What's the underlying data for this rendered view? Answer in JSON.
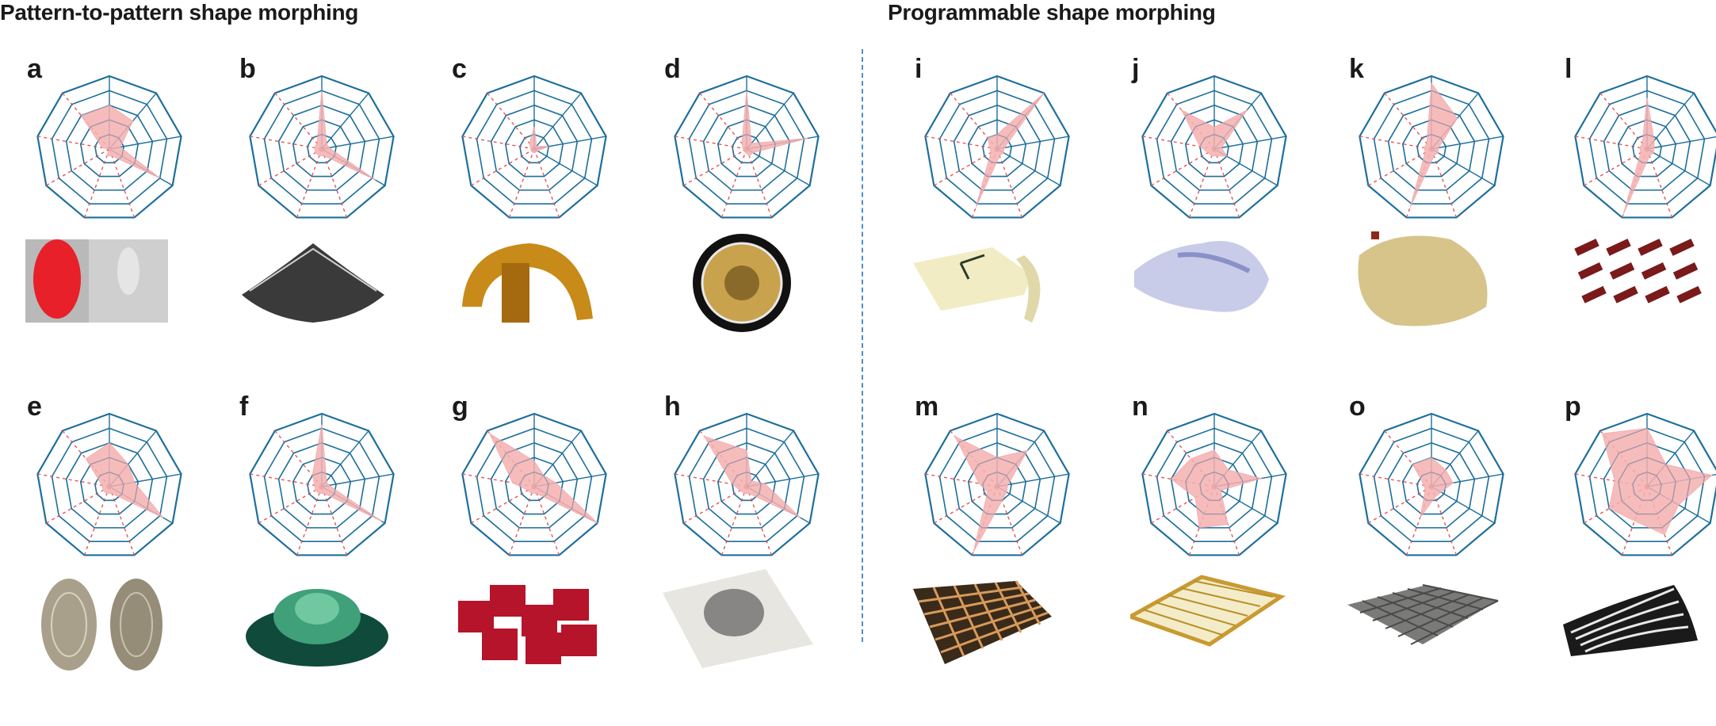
{
  "titles": {
    "left": "Pattern-to-pattern shape morphing",
    "right": "Programmable shape morphing"
  },
  "colors": {
    "web": "#1e6f9c",
    "grid_dash": "#e05858",
    "fill": "#f4b0b0",
    "divider": "#4a90c8"
  },
  "panels": [
    {
      "letter": "a",
      "values": [
        0.6,
        0.5,
        0.15,
        0.8,
        0.1,
        0.1,
        0.0,
        0.1,
        0.6
      ],
      "photo": "red-face-mask-icon"
    },
    {
      "letter": "b",
      "values": [
        0.8,
        0.1,
        0.1,
        0.85,
        0.1,
        0.1,
        0.1,
        0.1,
        0.1
      ],
      "photo": "gray-mesh-dome-icon"
    },
    {
      "letter": "c",
      "values": [
        0.3,
        0.05,
        0.2,
        0.05,
        0.05,
        0.05,
        0.05,
        0.05,
        0.1
      ],
      "photo": "yellow-arch-icon"
    },
    {
      "letter": "d",
      "values": [
        0.8,
        0.1,
        0.85,
        0.1,
        0.1,
        0.05,
        0.05,
        0.05,
        0.1
      ],
      "photo": "gold-disc-icon"
    },
    {
      "letter": "e",
      "values": [
        0.6,
        0.4,
        0.35,
        0.85,
        0.1,
        0.1,
        0.1,
        0.1,
        0.5
      ],
      "photo": "shell-pair-icon"
    },
    {
      "letter": "f",
      "values": [
        0.85,
        0.1,
        0.1,
        0.95,
        0.1,
        0.1,
        0.1,
        0.1,
        0.2
      ],
      "photo": "green-rose-icon"
    },
    {
      "letter": "g",
      "values": [
        0.35,
        0.2,
        0.3,
        1.0,
        0.1,
        0.1,
        0.1,
        0.3,
        0.95
      ],
      "photo": "red-blocks-icon"
    },
    {
      "letter": "h",
      "values": [
        0.5,
        0.1,
        0.25,
        0.85,
        0.1,
        0.1,
        0.1,
        0.2,
        0.9
      ],
      "photo": "gray-sheet-icon"
    },
    {
      "letter": "i",
      "values": [
        0.2,
        1.0,
        0.1,
        0.1,
        0.1,
        0.85,
        0.1,
        0.1,
        0.2
      ],
      "photo": "cushion-pad-icon"
    },
    {
      "letter": "j",
      "values": [
        0.3,
        0.7,
        0.1,
        0.2,
        0.1,
        0.1,
        0.1,
        0.2,
        0.7
      ],
      "photo": "blue-sheet-icon"
    },
    {
      "letter": "k",
      "values": [
        0.9,
        0.55,
        0.1,
        0.1,
        0.1,
        0.85,
        0.1,
        0.1,
        0.1
      ],
      "photo": "beige-polyhedron-icon"
    },
    {
      "letter": "l",
      "values": [
        0.7,
        0.15,
        0.1,
        0.1,
        0.1,
        0.95,
        0.1,
        0.1,
        0.1
      ],
      "photo": "lattice-structure-icon"
    },
    {
      "letter": "m",
      "values": [
        0.4,
        0.65,
        0.15,
        0.15,
        0.2,
        0.95,
        0.15,
        0.25,
        0.9
      ],
      "photo": "grid-panel-icon"
    },
    {
      "letter": "n",
      "values": [
        0.5,
        0.3,
        0.65,
        0.1,
        0.55,
        0.6,
        0.3,
        0.6,
        0.5
      ],
      "photo": "gold-frame-grid-icon"
    },
    {
      "letter": "o",
      "values": [
        0.4,
        0.3,
        0.3,
        0.15,
        0.15,
        0.45,
        0.1,
        0.1,
        0.4
      ],
      "photo": "vaulted-grid-icon"
    },
    {
      "letter": "p",
      "values": [
        0.8,
        0.4,
        0.9,
        0.5,
        0.7,
        0.5,
        0.6,
        0.45,
        0.95
      ],
      "photo": "curled-sheet-icon"
    }
  ]
}
